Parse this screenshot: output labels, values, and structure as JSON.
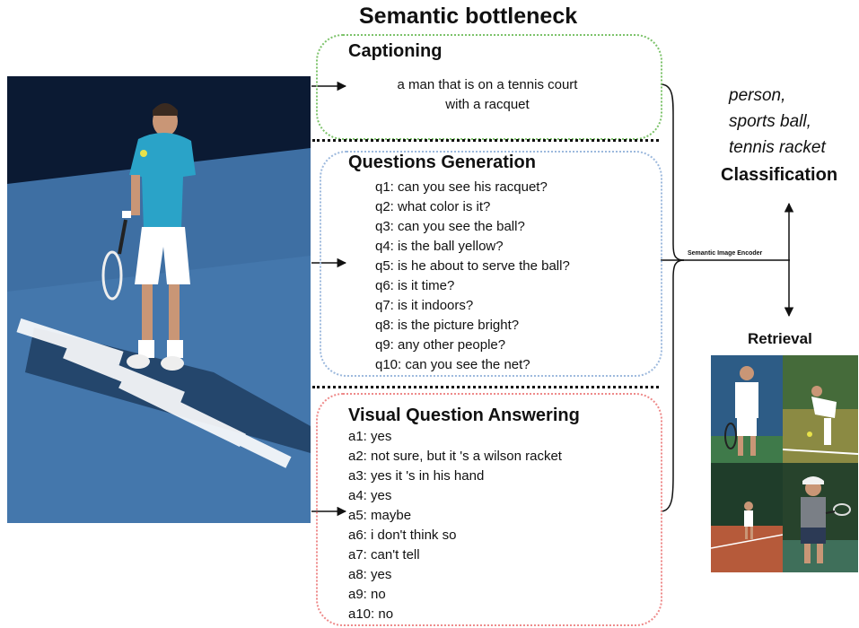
{
  "title": "Semantic bottleneck",
  "captioning": {
    "title": "Captioning",
    "caption_lines": [
      "a man that is on a tennis court",
      "with a racquet"
    ]
  },
  "question_generation": {
    "title": "Questions Generation",
    "questions": [
      "q1: can you see his racquet?",
      "q2: what color is it?",
      "q3: can you see the ball?",
      "q4: is the ball yellow?",
      "q5: is he about to serve the ball?",
      "q6: is it  time?",
      "q7: is it indoors?",
      "q8: is the picture bright?",
      "q9: any other people?",
      "q10: can you see the net?"
    ]
  },
  "vqa": {
    "title": "Visual Question Answering",
    "answers": [
      "a1: yes",
      "a2: not sure, but it 's a wilson racket",
      "a3: yes it 's in his hand",
      "a4: yes",
      "a5: maybe",
      "a6: i don't think so",
      "a7: can't tell",
      "a8: yes",
      "a9: no",
      "a10: no"
    ]
  },
  "encoder_label": "Semantic Image Encoder",
  "classification": {
    "labels": [
      "person,",
      "sports ball,",
      "tennis racket"
    ],
    "title": "Classification"
  },
  "retrieval": {
    "title": "Retrieval"
  },
  "colors": {
    "captioning_border": "#7dc36b",
    "questions_border": "#9db9dd",
    "vqa_border": "#ee8a8a",
    "court_blue": "#3e6fa3",
    "shirt_cyan": "#2aa3c8"
  }
}
